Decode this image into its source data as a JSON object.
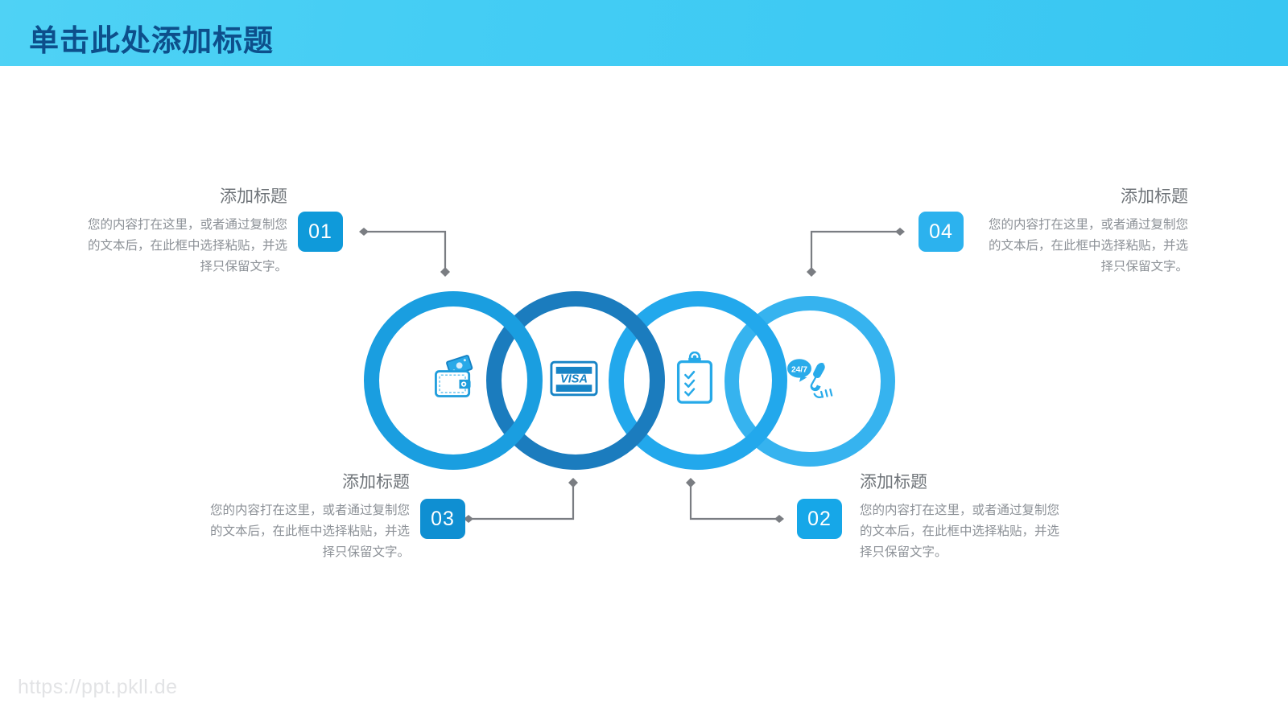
{
  "header": {
    "title": "单击此处添加标题",
    "gradient_from": "#4fd2f5",
    "gradient_to": "#38c6f2",
    "title_color": "#0d4f8b"
  },
  "diagram": {
    "rings": [
      {
        "index": 1,
        "color": "#1a9ee0",
        "icon": "wallet-icon"
      },
      {
        "index": 2,
        "color": "#1b7cbe",
        "icon": "credit-card-visa-icon"
      },
      {
        "index": 3,
        "color": "#22a8ec",
        "icon": "clipboard-checklist-icon"
      },
      {
        "index": 4,
        "color": "#36b3ef",
        "icon": "phone-24-7-support-icon"
      }
    ],
    "visa_label": "VISA",
    "support_label": "24/7"
  },
  "items": [
    {
      "number": "01",
      "badge_color": "#0f9ada",
      "title": "添加标题",
      "body": "您的内容打在这里，或者通过复制您的文本后，在此框中选择粘贴，并选择只保留文字。",
      "position": "top-left"
    },
    {
      "number": "02",
      "badge_color": "#16a7e8",
      "title": "添加标题",
      "body": "您的内容打在这里，或者通过复制您的文本后，在此框中选择粘贴，并选择只保留文字。",
      "position": "bottom-right"
    },
    {
      "number": "03",
      "badge_color": "#0f8fd2",
      "title": "添加标题",
      "body": "您的内容打在这里，或者通过复制您的文本后，在此框中选择粘贴，并选择只保留文字。",
      "position": "bottom-left"
    },
    {
      "number": "04",
      "badge_color": "#2cb2ee",
      "title": "添加标题",
      "body": "您的内容打在这里，或者通过复制您的文本后，在此框中选择粘贴，并选择只保留文字。",
      "position": "top-right"
    }
  ],
  "connector_color": "#7a7d82",
  "footer": {
    "watermark": "https://ppt.pkll.de"
  }
}
